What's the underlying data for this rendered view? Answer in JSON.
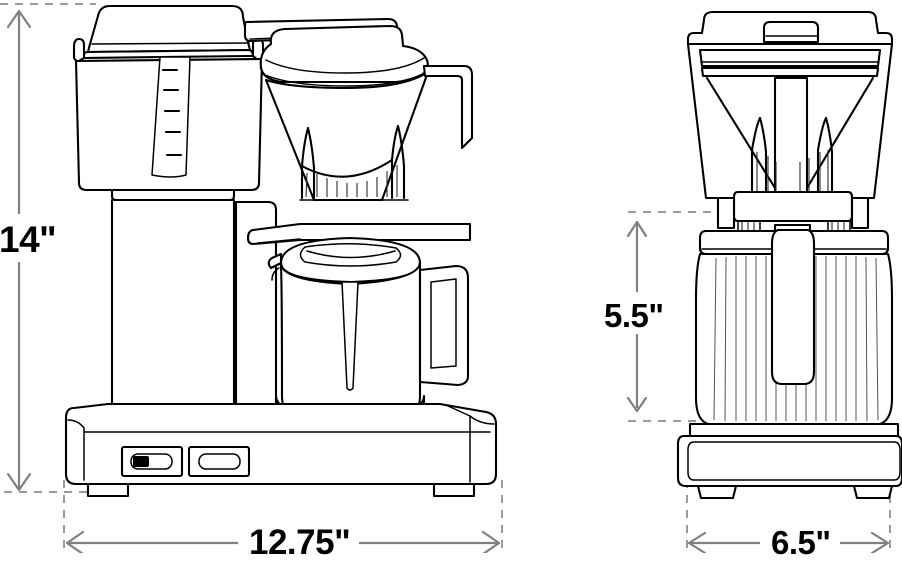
{
  "drawing": {
    "title": "Coffee Maker Dimension Drawing",
    "units": "inches",
    "line_color": "#000000",
    "dimension_color": "#808080",
    "background_color": "#ffffff"
  },
  "views": {
    "front": {
      "name": "front-view",
      "parts": [
        "water-reservoir",
        "water-level-gauge",
        "reservoir-lid",
        "brew-basket",
        "filter-holder",
        "drip-arm",
        "carafe",
        "carafe-lid",
        "carafe-handle",
        "base-plate",
        "power-switch",
        "brew-switch",
        "feet"
      ]
    },
    "side": {
      "name": "side-view",
      "parts": [
        "top-lid",
        "lid-handle-tab",
        "funnel-basket",
        "basket-ribs",
        "carafe-body",
        "carafe-ribs",
        "carafe-handle",
        "base-plate",
        "feet"
      ]
    }
  },
  "dimensions": {
    "height": {
      "label": "14\"",
      "value": 14,
      "unit": "in",
      "orientation": "vertical",
      "applies_to": "front-view"
    },
    "width": {
      "label": "12.75\"",
      "value": 12.75,
      "unit": "in",
      "orientation": "horizontal",
      "applies_to": "front-view"
    },
    "carafe_height": {
      "label": "5.5\"",
      "value": 5.5,
      "unit": "in",
      "orientation": "vertical",
      "applies_to": "side-view"
    },
    "depth": {
      "label": "6.5\"",
      "value": 6.5,
      "unit": "in",
      "orientation": "horizontal",
      "applies_to": "side-view"
    }
  },
  "controls": {
    "power_switch": {
      "name": "power-switch",
      "state": "on",
      "indicator": "filled-square"
    },
    "brew_switch": {
      "name": "brew-switch",
      "state": "off",
      "indicator": "empty-rounded"
    }
  },
  "water_gauge": {
    "tick_count": 5,
    "name": "water-level-gauge"
  }
}
